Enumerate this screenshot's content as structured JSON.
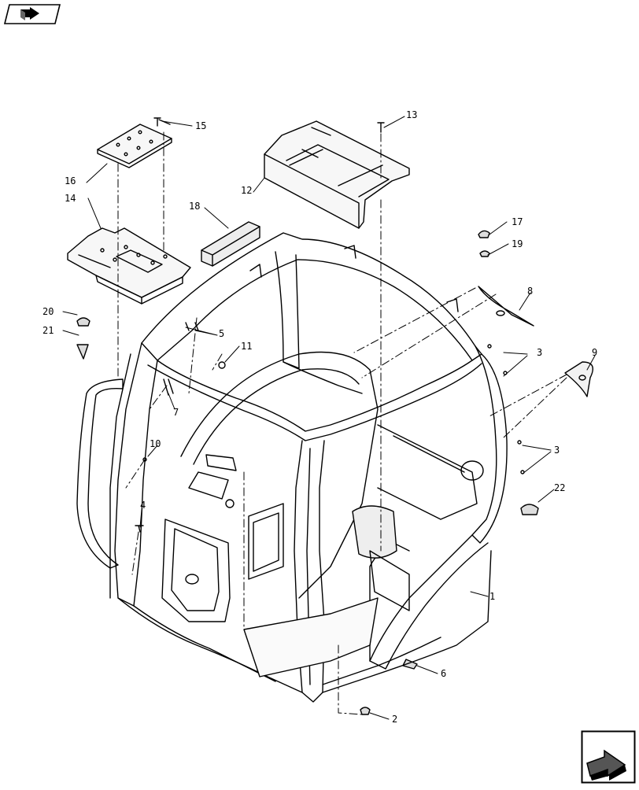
{
  "diagram": {
    "callouts": [
      "1",
      "2",
      "3",
      "3",
      "4",
      "5",
      "6",
      "7",
      "8",
      "9",
      "10",
      "11",
      "12",
      "13",
      "14",
      "15",
      "16",
      "17",
      "18",
      "19",
      "20",
      "21",
      "22"
    ]
  },
  "navigation": {
    "prev_icon": "previous-page-arrow-icon",
    "next_icon": "next-page-arrow-icon"
  },
  "colors": {
    "line": "#000000",
    "background": "#ffffff",
    "shade": "#e8e8e8"
  }
}
